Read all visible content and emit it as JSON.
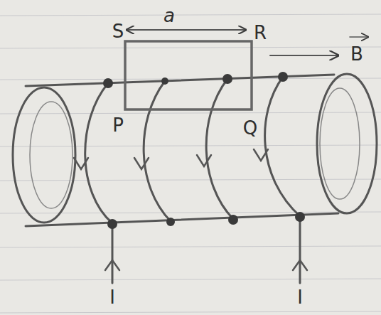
{
  "diagram": {
    "labels": [
      "S",
      "a",
      "R",
      "B",
      "P",
      "Q",
      "I",
      "I"
    ]
  }
}
